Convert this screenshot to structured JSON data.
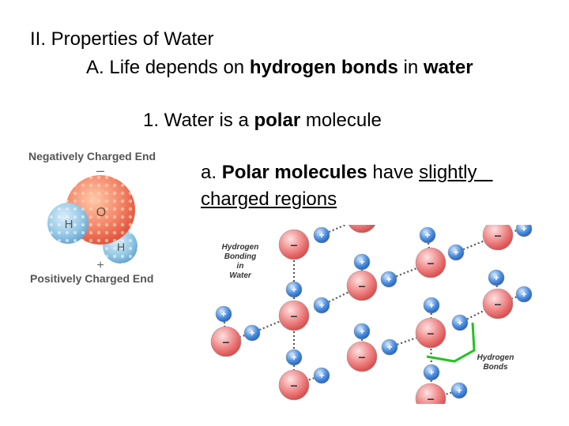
{
  "slide": {
    "line1": "II. Properties of Water",
    "line2": {
      "pre": "A. Life depends on ",
      "bold1": "hydrogen bonds",
      "mid": " in ",
      "bold2": "water"
    },
    "line3": {
      "pre": "1. Water is a ",
      "bold": "polar",
      "post": " molecule"
    },
    "line4": {
      "pre": "a. ",
      "bold": "Polar molecules",
      "mid": " have ",
      "underlined": "slightly   "
    },
    "line5": {
      "underlined": "charged regions"
    }
  },
  "molecule_figure": {
    "negative_label": "Negatively Charged End",
    "positive_label": "Positively Charged End",
    "minus_sign": "–",
    "plus_sign": "+",
    "oxygen": "O",
    "hydrogen": "H"
  },
  "bonding_figure": {
    "title_lines": [
      "Hydrogen",
      "Bonding",
      "in",
      "Water"
    ],
    "bond_label_lines": [
      "Hydrogen",
      "Bonds"
    ],
    "minus_sign": "–",
    "plus_sign": "+",
    "colors": {
      "oxygen": "#ee6f6f",
      "hydrogen": "#3d7fd6",
      "bond_highlight": "#22c322",
      "bond_dots": "#555555"
    }
  }
}
